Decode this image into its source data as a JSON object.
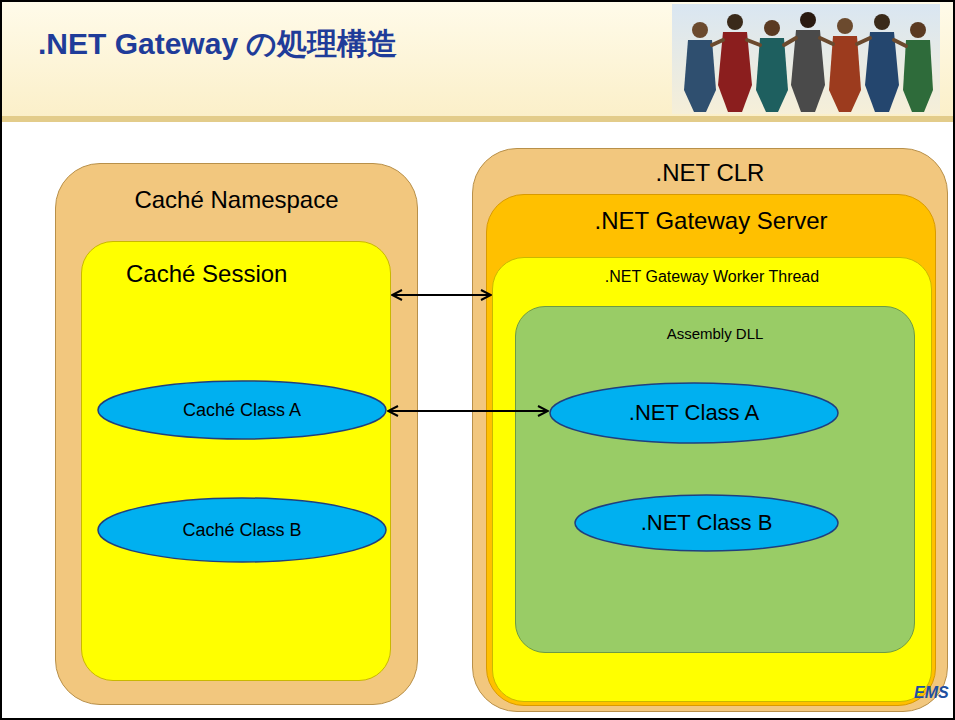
{
  "diagram": {
    "title": ".NET Gateway の処理構造",
    "nodes": [
      {
        "text": [
          "Caché Namespace"
        ]
      },
      {
        "text": [
          "Caché Session"
        ],
        "in": 0
      },
      {
        "text": [
          "Caché Class  A"
        ],
        "in": 1
      },
      {
        "text": [
          "Caché Class  B"
        ],
        "in": 1
      },
      {
        "text": [
          ".NET CLR"
        ]
      },
      {
        "text": [
          ".NET Gateway Server"
        ],
        "in": 4
      },
      {
        "text": [
          ".NET Gateway Worker Thread"
        ],
        "in": 5
      },
      {
        "text": [
          "Assembly DLL"
        ],
        "in": 6
      },
      {
        "text": [
          ".NET Class  A"
        ],
        "in": 7
      },
      {
        "text": [
          ".NET Class  B"
        ],
        "in": 7
      }
    ],
    "edges": [
      {
        "from": 1,
        "to": 6,
        "arrow": "both"
      },
      {
        "from": 2,
        "to": 8,
        "arrow": "both"
      }
    ],
    "labels": [
      "EMS"
    ]
  }
}
